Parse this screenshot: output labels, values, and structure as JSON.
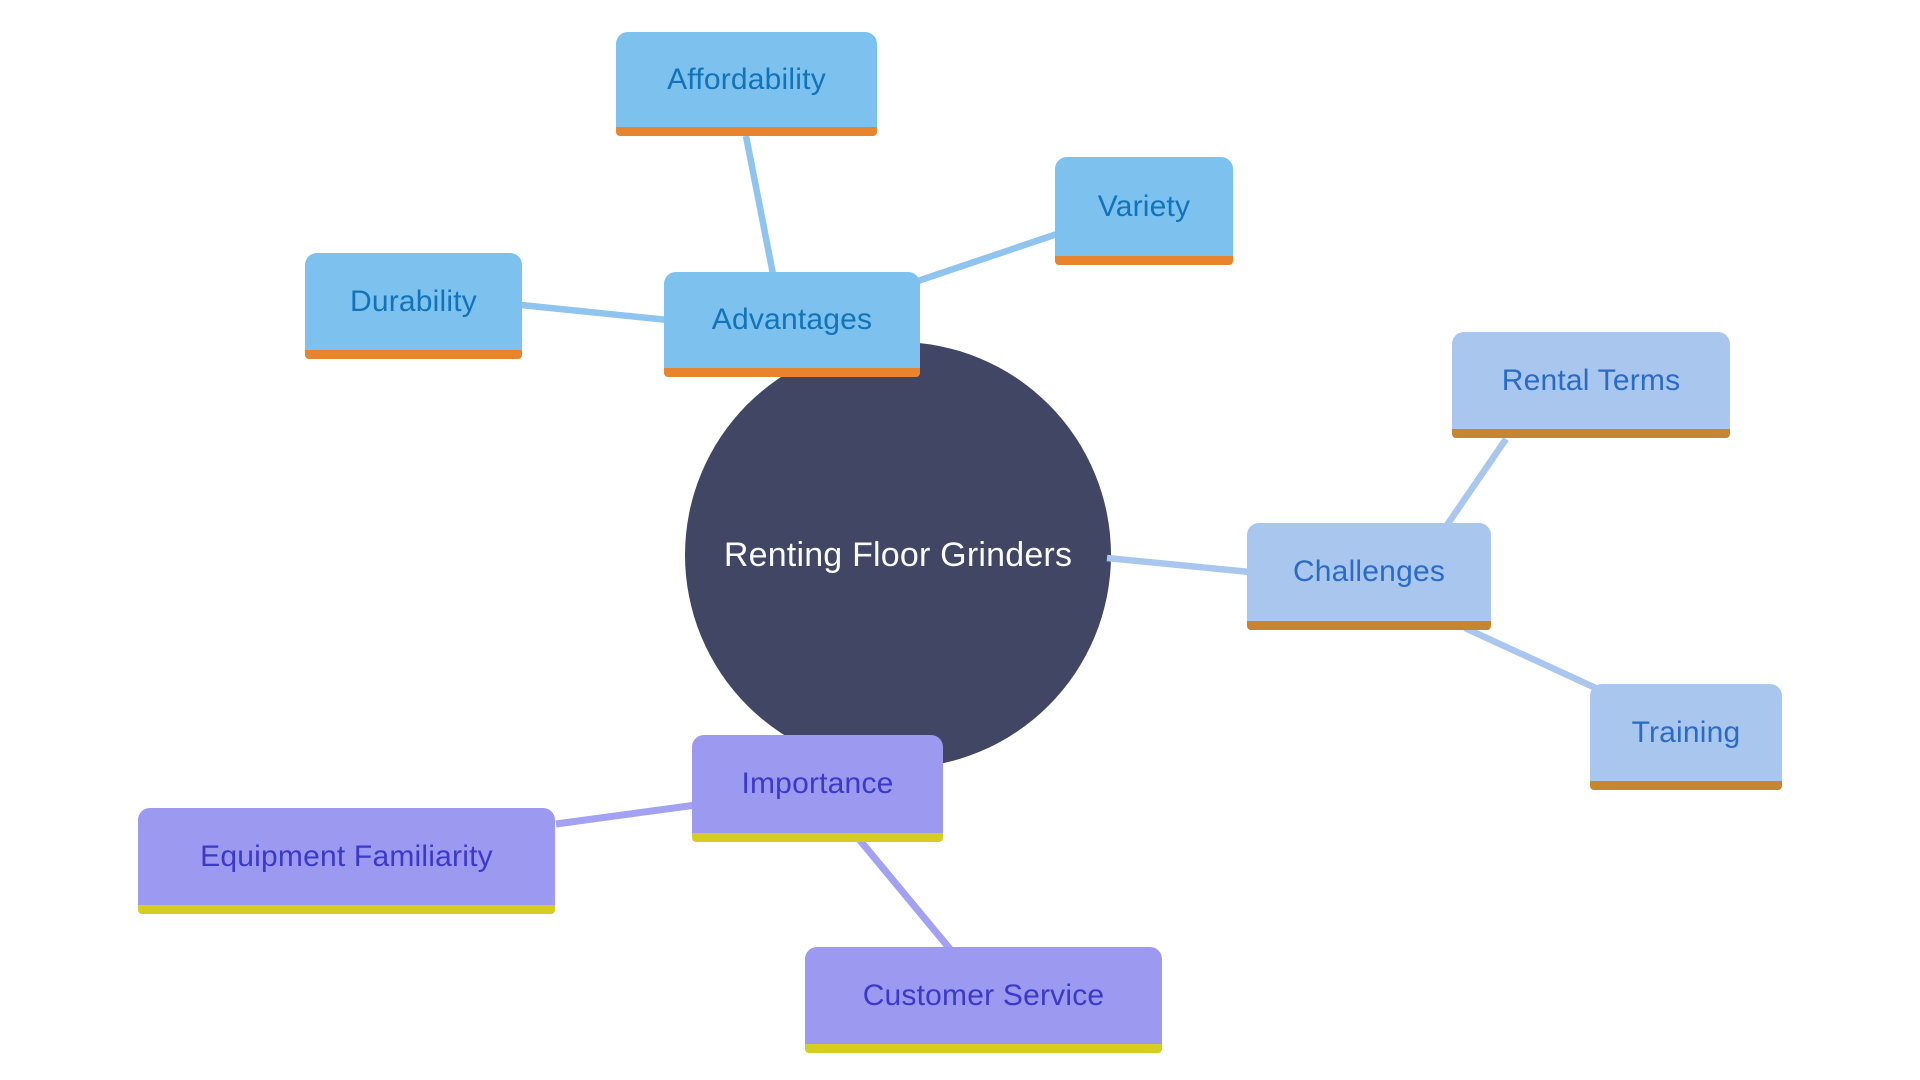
{
  "center": {
    "label": "Renting Floor Grinders"
  },
  "groups": {
    "advantages": {
      "label": "Advantages",
      "children": {
        "affordability": {
          "label": "Affordability"
        },
        "variety": {
          "label": "Variety"
        },
        "durability": {
          "label": "Durability"
        }
      }
    },
    "challenges": {
      "label": "Challenges",
      "children": {
        "rental_terms": {
          "label": "Rental Terms"
        },
        "training": {
          "label": "Training"
        }
      }
    },
    "importance": {
      "label": "Importance",
      "children": {
        "equipment_familiarity": {
          "label": "Equipment Familiarity"
        },
        "customer_service": {
          "label": "Customer Service"
        }
      }
    }
  },
  "colors": {
    "background": "#ffffff",
    "center_fill": "#404663",
    "center_text": "#fafbfd",
    "advantages_fill": "#7dc1ef",
    "advantages_underline": "#e8842e",
    "advantages_text": "#1173ba",
    "advantages_line": "#8fc4ee",
    "challenges_fill": "#a9c6ee",
    "challenges_underline": "#c8852f",
    "challenges_text": "#2a6bc6",
    "challenges_line": "#a9c6ee",
    "importance_fill": "#9b99f0",
    "importance_underline": "#d5cd21",
    "importance_text": "#3b39cb",
    "importance_line": "#a3a1f1"
  }
}
